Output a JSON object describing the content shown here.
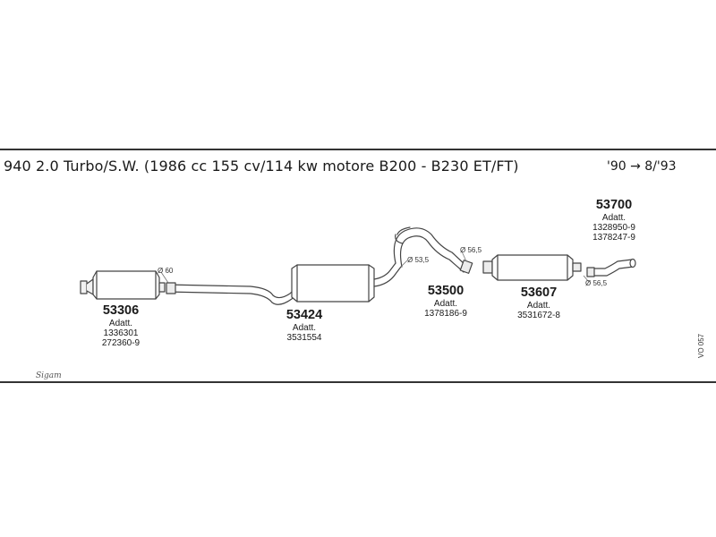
{
  "title": "940 2.0 Turbo/S.W. (1986 cc 155 cv/114 kw motore B200 - B230 ET/FT)",
  "date_range": "'90 → 8/'93",
  "parts": [
    {
      "code": "53306",
      "label": "Adatt.",
      "refs": [
        "1336301",
        "272360-9"
      ]
    },
    {
      "code": "53424",
      "label": "Adatt.",
      "refs": [
        "3531554"
      ]
    },
    {
      "code": "53500",
      "label": "Adatt.",
      "refs": [
        "1378186-9"
      ]
    },
    {
      "code": "53607",
      "label": "Adatt.",
      "refs": [
        "3531672-8"
      ]
    },
    {
      "code": "53700",
      "label": "Adatt.",
      "refs": [
        "1328950-9",
        "1378247-9"
      ]
    }
  ],
  "diameters": [
    "Ø 60",
    "Ø 53,5",
    "Ø 56,5",
    "Ø 56,5"
  ],
  "drawing_ref": "VO 057",
  "logo_text": "Sigam"
}
